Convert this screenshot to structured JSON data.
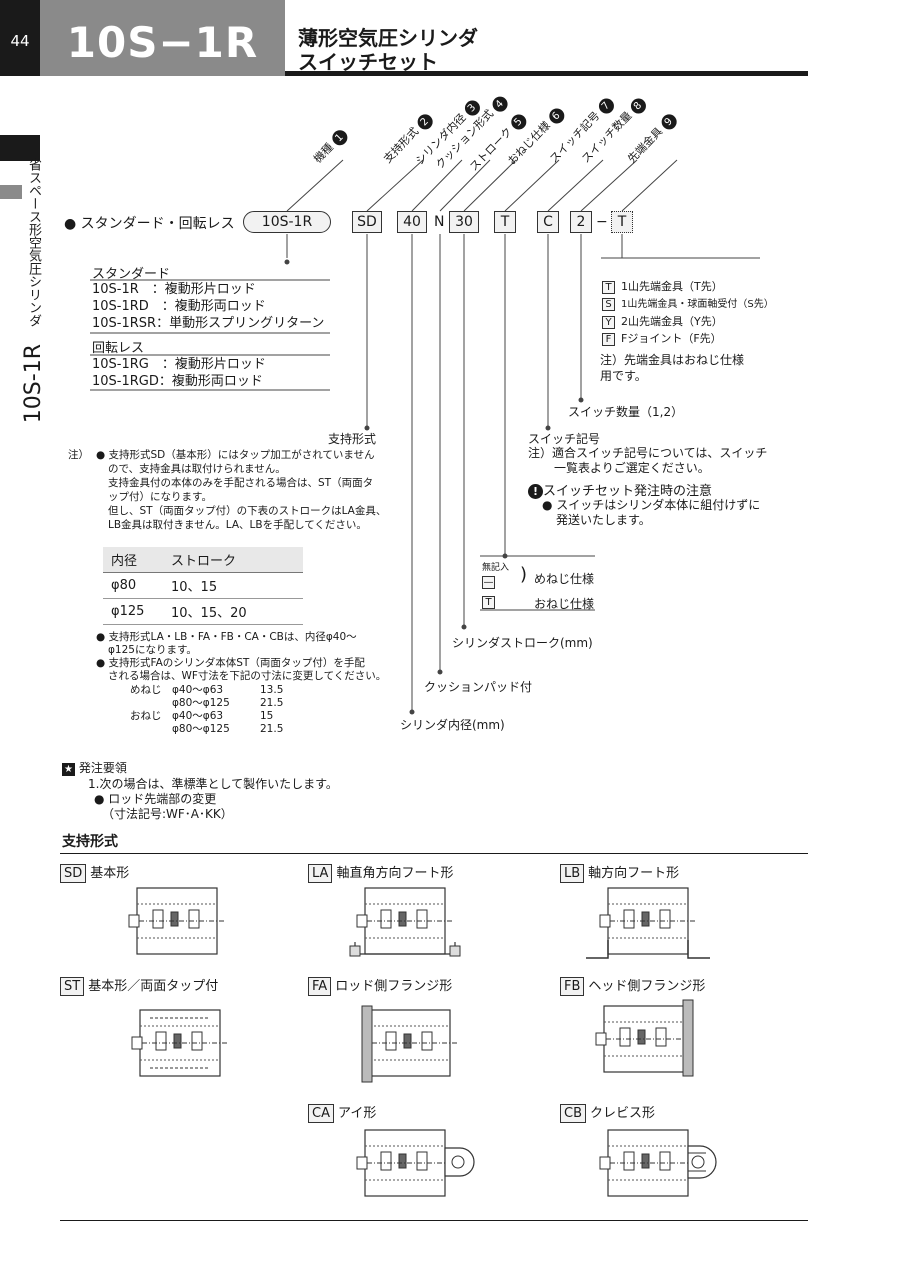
{
  "header": {
    "page_number": "44",
    "model": "10S−1R",
    "title_line1": "薄形空気圧シリンダ",
    "title_line2": "スイッチセット"
  },
  "side_tab": {
    "category": "省スペース形空気圧シリンダ",
    "model": "10S-1R"
  },
  "order_code": {
    "series_label": "● スタンダード・回転レス",
    "codes": [
      "10S-1R",
      "SD",
      "40",
      "N",
      "30",
      "T",
      "C",
      "2",
      "−",
      "T"
    ],
    "headers": [
      {
        "num": "1",
        "label": "機種"
      },
      {
        "num": "2",
        "label": "支持形式"
      },
      {
        "num": "3",
        "label": "シリンダ内径"
      },
      {
        "num": "4",
        "label": "クッション形式"
      },
      {
        "num": "5",
        "label": "ストローク"
      },
      {
        "num": "6",
        "label": "おねじ仕様"
      },
      {
        "num": "7",
        "label": "スイッチ記号"
      },
      {
        "num": "8",
        "label": "スイッチ数量"
      },
      {
        "num": "9",
        "label": "先端金具"
      }
    ]
  },
  "models": {
    "standard_title": "スタンダード",
    "standard": [
      "10S-1R　：複動形片ロッド",
      "10S-1RD　：複動形両ロッド",
      "10S-1RSR：単動形スプリングリターン"
    ],
    "norotate_title": "回転レス",
    "norotate": [
      "10S-1RG　：複動形片ロッド",
      "10S-1RGD：複動形両ロッド"
    ]
  },
  "labels": {
    "support": "支持形式",
    "bore": "シリンダ内径(mm)",
    "cushion": "クッションパッド付",
    "stroke": "シリンダストローク(mm)",
    "switch_qty": "スイッチ数量（1,2）",
    "switch_code": "スイッチ記号",
    "switch_note1": "注）適合スイッチ記号については、スイッチ",
    "switch_note2": "一覧表よりご選定ください。"
  },
  "tip": {
    "items": [
      {
        "code": "T",
        "text": "1山先端金具（T先）"
      },
      {
        "code": "S",
        "text": "1山先端金具・球面軸受付（S先）"
      },
      {
        "code": "Y",
        "text": "2山先端金具（Y先）"
      },
      {
        "code": "F",
        "text": "Fジョイント（F先）"
      }
    ],
    "note1": "注）先端金具はおねじ仕様",
    "note2": "用です。"
  },
  "thread": {
    "blank_label": "無記入",
    "blank_code": "—",
    "t_code": "T",
    "female": "めねじ仕様",
    "male": "おねじ仕様"
  },
  "caution": {
    "title": "スイッチセット発注時の注意",
    "line1": "● スイッチはシリンダ本体に組付けずに",
    "line2": "発送いたします。"
  },
  "notes": {
    "prefix": "注）",
    "lines": [
      "● 支持形式SD（基本形）にはタップ加工がされていません",
      "ので、支持金具は取付けられません。",
      "支持金具付の本体のみを手配される場合は、ST（両面タ",
      "ップ付）になります。",
      "但し、ST（両面タップ付）の下表のストロークはLA金具、",
      "LB金具は取付きません。LA、LBを手配してください。"
    ]
  },
  "stroke_table": {
    "headers": [
      "内径",
      "ストローク"
    ],
    "rows": [
      [
        "φ80",
        "10、15"
      ],
      [
        "φ125",
        "10、15、20"
      ]
    ]
  },
  "notes2": {
    "lines": [
      "● 支持形式LA・LB・FA・FB・CA・CBは、内径φ40〜",
      "φ125になります。",
      "● 支持形式FAのシリンダ本体ST（両面タップ付）を手配",
      "される場合は、WF寸法を下記の寸法に変更してください。"
    ],
    "wf": [
      [
        "めねじ",
        "φ40〜φ63",
        "13.5"
      ],
      [
        "",
        "φ80〜φ125",
        "21.5"
      ],
      [
        "おねじ",
        "φ40〜φ63",
        "15"
      ],
      [
        "",
        "φ80〜φ125",
        "21.5"
      ]
    ]
  },
  "order_req": {
    "title": "発注要領",
    "line1": "1.次の場合は、準標準として製作いたします。",
    "line2": "● ロッド先端部の変更",
    "line3": "（寸法記号:WF･A･KK）"
  },
  "mounting": {
    "title": "支持形式",
    "items": [
      {
        "code": "SD",
        "name": "基本形"
      },
      {
        "code": "LA",
        "name": "軸直角方向フート形"
      },
      {
        "code": "LB",
        "name": "軸方向フート形"
      },
      {
        "code": "ST",
        "name": "基本形／両面タップ付"
      },
      {
        "code": "FA",
        "name": "ロッド側フランジ形"
      },
      {
        "code": "FB",
        "name": "ヘッド側フランジ形"
      },
      {
        "code": "CA",
        "name": "アイ形"
      },
      {
        "code": "CB",
        "name": "クレビス形"
      }
    ]
  }
}
